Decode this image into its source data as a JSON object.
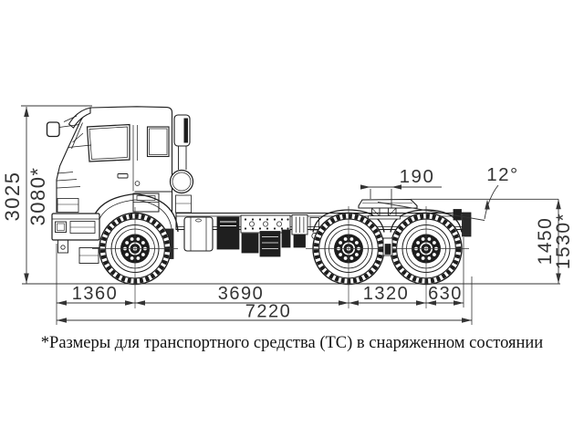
{
  "dims": {
    "overall_height": "3025",
    "overall_height_laden": "3080*",
    "fifth_wheel_lead": "190",
    "frame_ramp_angle": "12°",
    "saddle_height": "1450",
    "saddle_height_laden": "1530*",
    "front_overhang": "1360",
    "wheelbase": "3690",
    "bogie_base": "1320",
    "rear_overhang": "630",
    "overall_length": "7220"
  },
  "note": "*Размеры для транспортного средства (ТС) в снаряженном состоянии",
  "drawing": {
    "subject": "truck-tractor side view technical drawing",
    "line_color": "#1d1d1d",
    "dimension_color": "#343434",
    "background": "#ffffff"
  }
}
